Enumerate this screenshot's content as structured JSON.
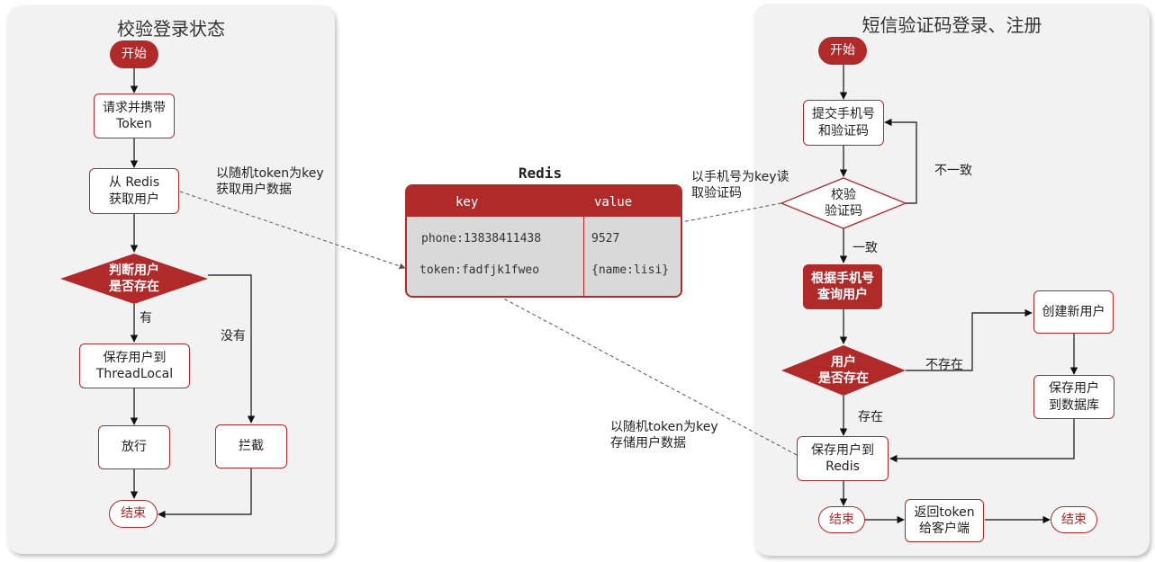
{
  "left_panel": {
    "title": "校验登录状态",
    "start": "开始",
    "request_token": "请求并携带\nToken",
    "get_user_redis": "从 Redis\n获取用户",
    "decision": "判断用户\n是否存在",
    "yes_label": "有",
    "no_label": "没有",
    "save_threadlocal": "保存用户到\nThreadLocal",
    "pass": "放行",
    "intercept": "拦截",
    "end": "结束"
  },
  "annotations": {
    "get_by_token": "以随机token为key\n获取用户数据",
    "read_code_by_phone": "以手机号为key读\n取验证码",
    "store_by_token": "以随机token为key\n存储用户数据"
  },
  "redis": {
    "title": "Redis",
    "headers": [
      "key",
      "value"
    ],
    "rows": [
      [
        "phone:13838411438",
        "9527"
      ],
      [
        "token:fadfjk1fweo",
        "{name:lisi}"
      ]
    ]
  },
  "right_panel": {
    "title": "短信验证码登录、注册",
    "start": "开始",
    "submit": "提交手机号\n和验证码",
    "verify": "校验\n验证码",
    "mismatch_label": "不一致",
    "match_label": "一致",
    "query_user": "根据手机号\n查询用户",
    "user_exists": "用户\n是否存在",
    "not_exist_label": "不存在",
    "exist_label": "存在",
    "create_user": "创建新用户",
    "save_db": "保存用户\n到数据库",
    "save_redis": "保存用户到\nRedis",
    "end1": "结束",
    "return_token": "返回token\n给客户端",
    "end2": "结束"
  },
  "colors": {
    "accent": "#b02a2a",
    "panel_bg": "#f2f2f2",
    "table_bg": "#d9d9d9"
  }
}
